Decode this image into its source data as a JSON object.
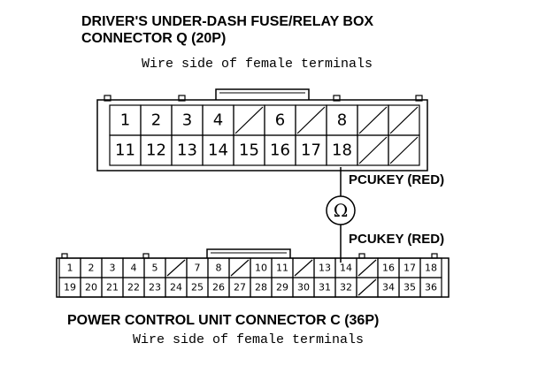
{
  "top_connector": {
    "title_line1": "DRIVER'S UNDER-DASH FUSE/RELAY BOX",
    "title_line2": "CONNECTOR Q (20P)",
    "subtitle": "Wire side of female terminals",
    "row1": [
      "1",
      "2",
      "3",
      "4",
      "/",
      "6",
      "/",
      "8",
      "/",
      "/"
    ],
    "row2": [
      "11",
      "12",
      "13",
      "14",
      "15",
      "16",
      "17",
      "18",
      "/",
      "/"
    ]
  },
  "wire_labels": {
    "top": "PCUKEY (RED)",
    "bottom": "PCUKEY (RED)"
  },
  "ohmmeter": {
    "symbol": "Ω"
  },
  "bottom_connector": {
    "title": "POWER CONTROL UNIT CONNECTOR C (36P)",
    "subtitle": "Wire side of female terminals",
    "row1": [
      "1",
      "2",
      "3",
      "4",
      "5",
      "/",
      "7",
      "8",
      "/",
      "10",
      "11",
      "/",
      "13",
      "14",
      "/",
      "16",
      "17",
      "18"
    ],
    "row2": [
      "19",
      "20",
      "21",
      "22",
      "23",
      "24",
      "25",
      "26",
      "27",
      "28",
      "29",
      "30",
      "31",
      "32",
      "/",
      "34",
      "35",
      "36"
    ]
  },
  "colors": {
    "line": "#000000",
    "background": "#ffffff"
  }
}
